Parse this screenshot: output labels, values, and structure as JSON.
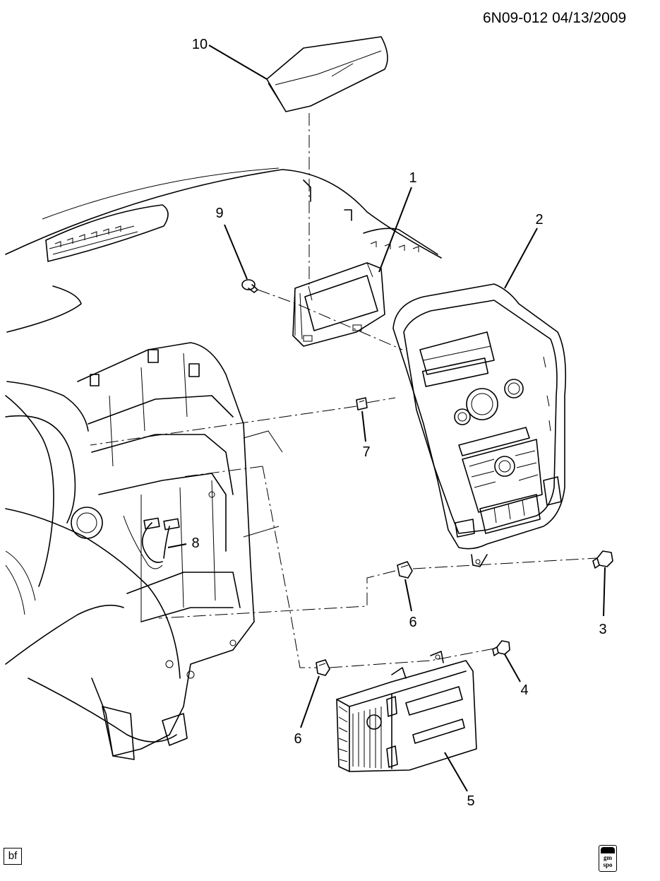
{
  "reference": "6N09-012  04/13/2009",
  "callouts": [
    {
      "id": "1",
      "label": "1"
    },
    {
      "id": "2",
      "label": "2"
    },
    {
      "id": "3",
      "label": "3"
    },
    {
      "id": "4",
      "label": "4"
    },
    {
      "id": "5",
      "label": "5"
    },
    {
      "id": "6a",
      "label": "6"
    },
    {
      "id": "6b",
      "label": "6"
    },
    {
      "id": "7",
      "label": "7"
    },
    {
      "id": "8",
      "label": "8"
    },
    {
      "id": "9",
      "label": "9"
    },
    {
      "id": "10",
      "label": "10"
    }
  ],
  "footer": {
    "corner_tag": "bf",
    "logo_lines": [
      "gm",
      "spo"
    ]
  },
  "icons": {
    "logo": "gm-spo-logo-icon"
  }
}
